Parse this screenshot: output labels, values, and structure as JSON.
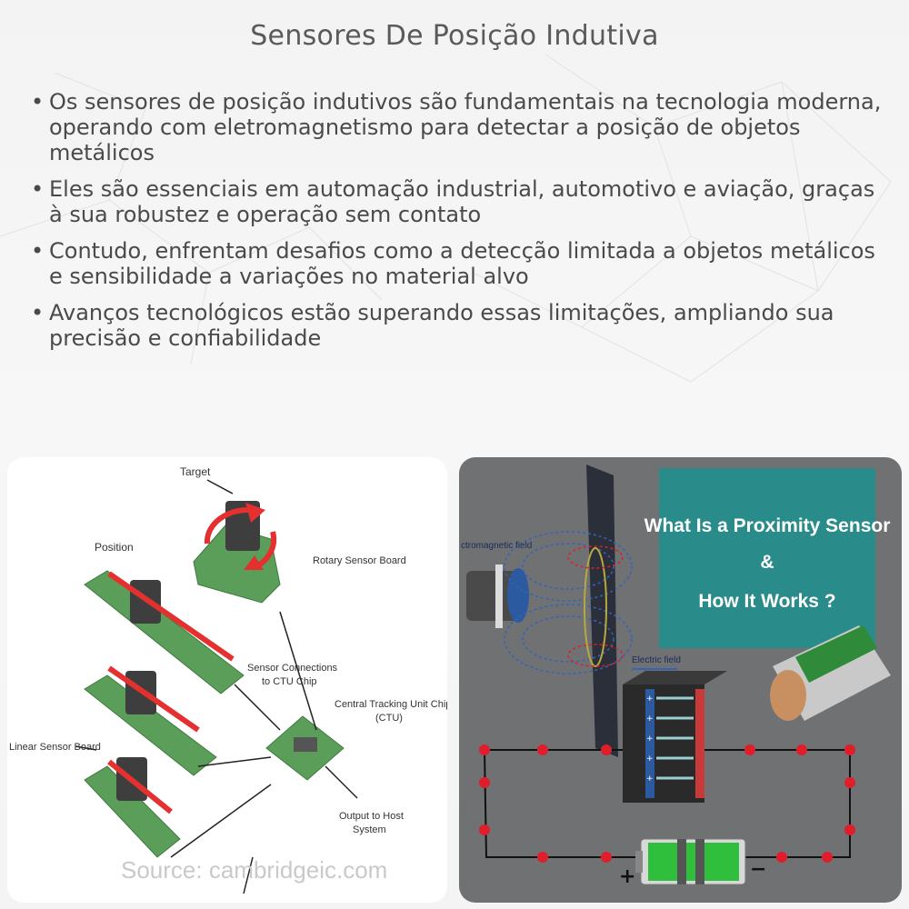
{
  "title": "Sensores De Posição Indutiva",
  "bullets": [
    "Os sensores de posição indutivos são fundamentais na tecnologia moderna, operando com eletromagnetismo para detectar a posição de objetos metálicos",
    "Eles são essenciais em automação industrial, automotivo e aviação, graças à sua robustez e operação sem contato",
    "Contudo, enfrentam desafios como a detecção limitada a objetos metálicos e sensibilidade a variações no material alvo",
    "Avanços tecnológicos estão superando essas limitações, ampliando sua precisão e confiabilidade"
  ],
  "left_image": {
    "labels": {
      "target": "Target",
      "position": "Position",
      "rotary_board": "Rotary Sensor Board",
      "sensor_connections_1": "Sensor Connections",
      "sensor_connections_2": "to CTU Chip",
      "ctu_1": "Central Tracking Unit Chip",
      "ctu_2": "(CTU)",
      "linear_board": "Linear Sensor Board",
      "output_1": "Output to Host",
      "output_2": "System",
      "source": "Source: cambridgeic.com"
    }
  },
  "right_image": {
    "labels": {
      "heading_1": "What Is a Proximity Sensor",
      "heading_2": "&",
      "heading_3": "How It Works ?",
      "magnetic_field": "ctromagnetic field",
      "electric_field": "Electric field",
      "plus": "+",
      "minus": "−"
    },
    "colors": {
      "teal": "#2a8c8a",
      "red": "#e01e2b",
      "green": "#2fbf3c"
    }
  }
}
